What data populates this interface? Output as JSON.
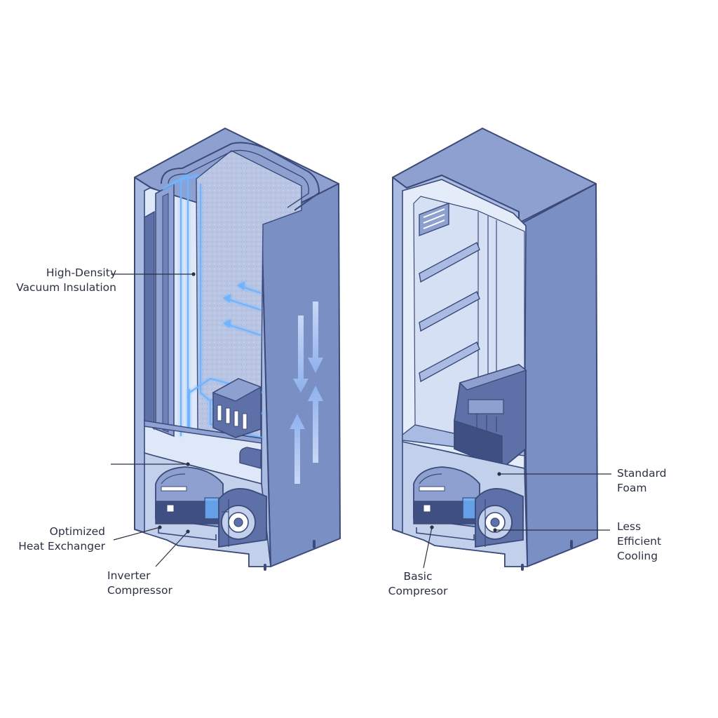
{
  "labels": {
    "vacuum_insulation": [
      "High-Density",
      "Vacuum Insulation"
    ],
    "heat_exchanger": [
      "Optimized",
      "Heat Exchanger"
    ],
    "inverter_compressor": [
      "Inverter",
      "Compressor"
    ],
    "standard_foam": [
      "Standard",
      "Foam"
    ],
    "less_efficient_cooling": [
      "Less",
      "Efficient",
      "Cooling"
    ],
    "basic_compressor": [
      "Basic",
      "Compresor"
    ]
  },
  "colors": {
    "outline": "#3b4a79",
    "side_face": "#7a8fc3",
    "top_face": "#8da0cf",
    "frame": "#a9bbe3",
    "interior": "#dfe8f8",
    "insulation": "#c3d0ec",
    "glow": "#6fb4ff",
    "component": "#5d70a8",
    "label_text": "#2b3142"
  }
}
